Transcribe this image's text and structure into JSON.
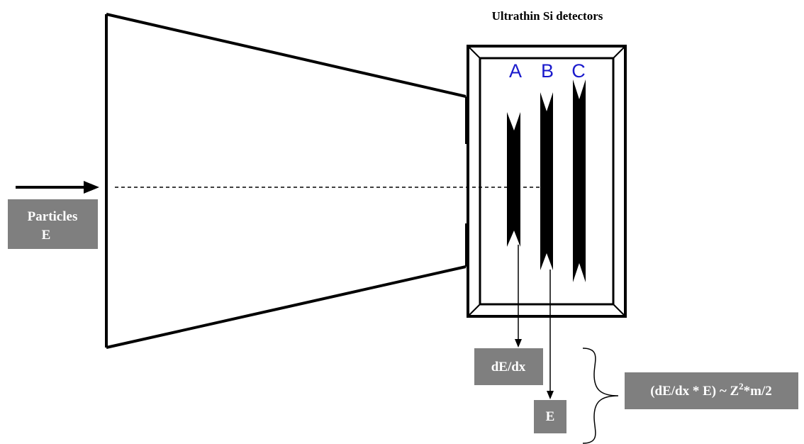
{
  "title": "Ultrathin Si detectors",
  "detector_labels": [
    "A",
    "B",
    "C"
  ],
  "input": {
    "line1": "Particles",
    "line2": "E"
  },
  "outputs": {
    "dedx": "dE/dx",
    "energy": "E"
  },
  "formula": {
    "left": "(dE/dx * E) ~ Z",
    "exponent": "2",
    "right": "*m/2"
  },
  "colors": {
    "stroke": "#000000",
    "label_box": "#7f7f7f",
    "label_text": "#ffffff",
    "detector_label": "#1a1acc"
  }
}
